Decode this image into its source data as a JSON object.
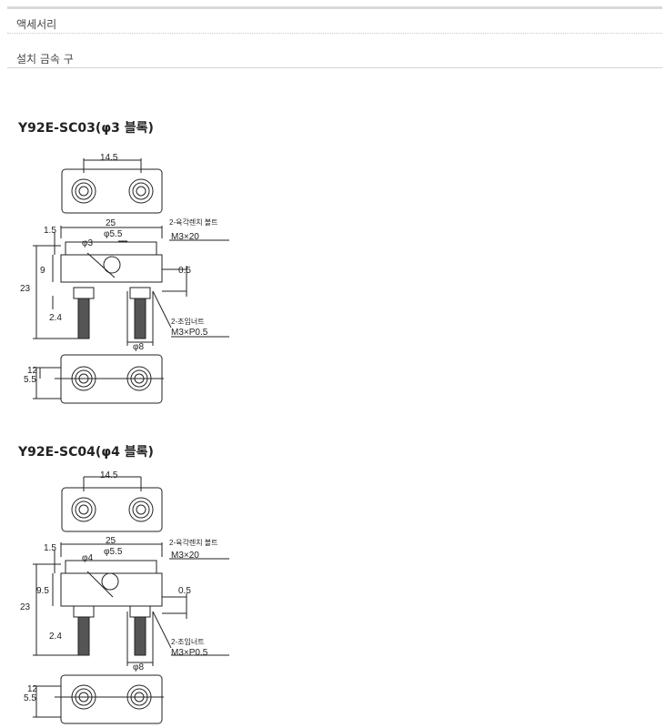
{
  "header": {
    "section1": "액세서리",
    "section2": "설치 금속 구"
  },
  "models": [
    {
      "title": "Y92E-SC03(φ3 블록)",
      "dims": {
        "top_width": "14.5",
        "total_width": "25",
        "offset": "1.5",
        "hole_dia": "φ3",
        "hole_pitch_dia": "φ5.5",
        "height_a": "9",
        "height_total": "23",
        "thickness": "0.5",
        "stud": "2.4",
        "nut_dia": "φ8",
        "bottom_h": "12",
        "bottom_c": "5.5"
      },
      "callouts": {
        "bolt": "2-육각렌치 볼트",
        "bolt_spec": "M3×20",
        "nut": "2-조임너트",
        "nut_spec": "M3×P0.5"
      }
    },
    {
      "title": "Y92E-SC04(φ4 블록)",
      "dims": {
        "top_width": "14.5",
        "total_width": "25",
        "offset": "1.5",
        "hole_dia": "φ4",
        "hole_pitch_dia": "φ5.5",
        "height_a": "9.5",
        "height_total": "23",
        "thickness": "0.5",
        "stud": "2.4",
        "nut_dia": "φ8",
        "bottom_h": "12",
        "bottom_c": "5.5"
      },
      "callouts": {
        "bolt": "2-육각렌치 볼트",
        "bolt_spec": "M3×20",
        "nut": "2-조임너트",
        "nut_spec": "M3×P0.5"
      }
    }
  ]
}
